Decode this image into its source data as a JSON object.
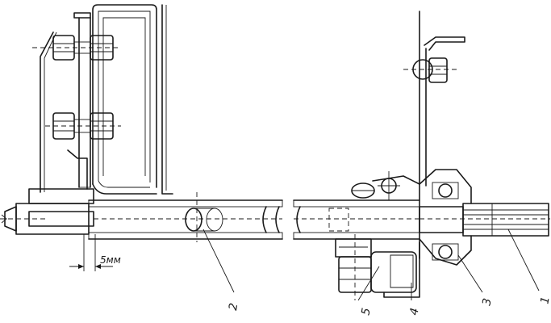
{
  "callouts": {
    "c1": "1",
    "c2": "2",
    "c3": "3",
    "c4": "4",
    "c5": "5"
  },
  "dimension": {
    "gap": "5мм"
  }
}
